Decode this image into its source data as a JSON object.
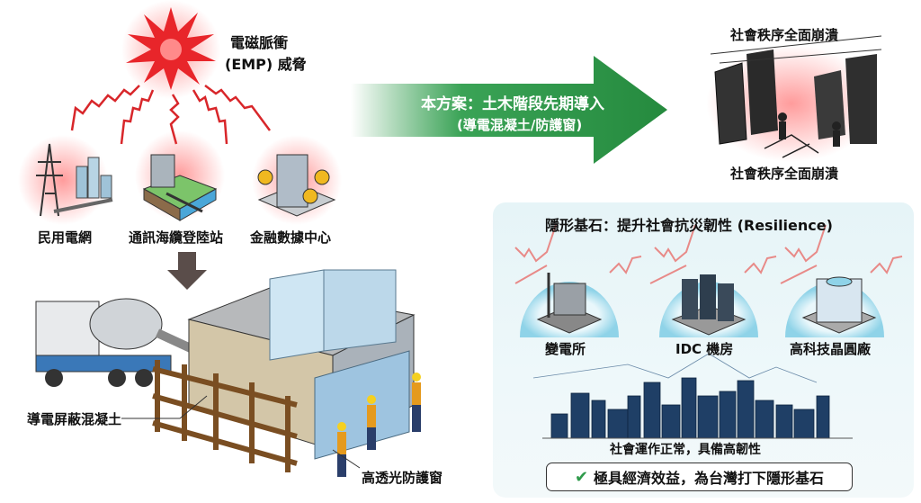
{
  "threat": {
    "title_line1": "電磁脈衝",
    "title_line2": "(EMP) 威脅"
  },
  "targets": [
    {
      "label": "民用電網"
    },
    {
      "label": "通訊海纜登陸站"
    },
    {
      "label": "金融數據中心"
    }
  ],
  "solution_arrow": {
    "line1": "本方案：土木階段先期導入",
    "line2": "(導電混凝土/防護窗)"
  },
  "collapse": {
    "label_top": "社會秩序全面崩潰",
    "label_bottom": "社會秩序全面崩潰"
  },
  "construction": {
    "concrete_label": "導電屏蔽混凝土",
    "window_label": "高透光防護窗"
  },
  "resilience": {
    "title": "隱形基石：提升社會抗災韌性 (Resilience)",
    "facilities": [
      {
        "label": "變電所"
      },
      {
        "label": "IDC 機房"
      },
      {
        "label": "高科技晶圓廠"
      }
    ],
    "city_caption": "社會運作正常，具備高韌性",
    "benefit": "極具經濟效益，為台灣打下隱形基石"
  },
  "colors": {
    "threat_red": "#e8252a",
    "arrow_green": "#2e9a4a",
    "dome_blue": "#8fd3e8",
    "city_navy": "#1f3f66"
  }
}
